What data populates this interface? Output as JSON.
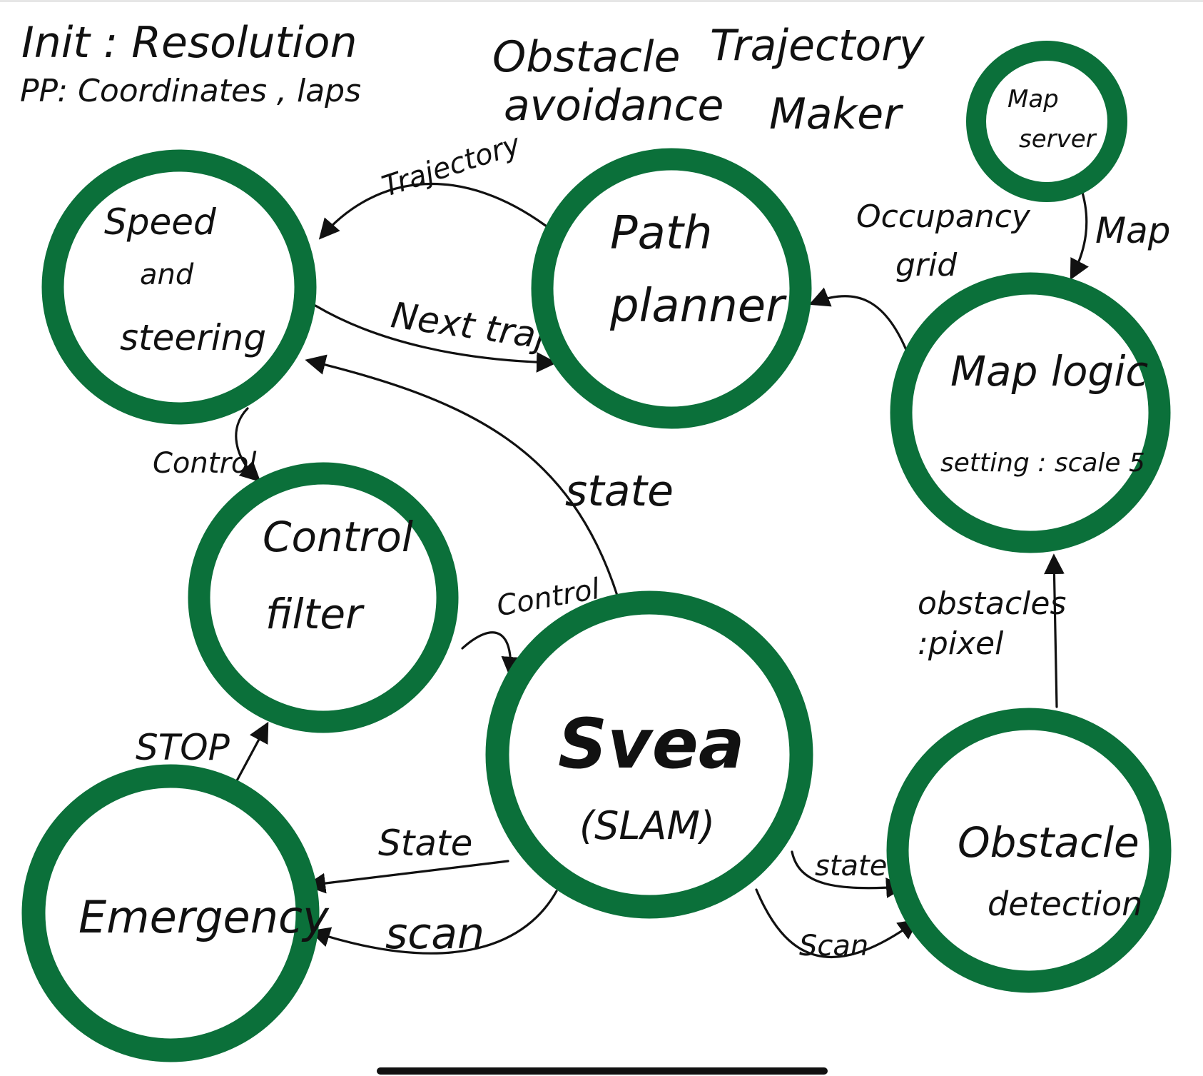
{
  "colors": {
    "node_ring": "#0b703a",
    "ink": "#111111",
    "background": "#ffffff"
  },
  "notes": {
    "init": "Init : Resolution",
    "pp": "PP: Coordinates , laps",
    "obstacle_avoidance_1": "Obstacle",
    "obstacle_avoidance_2": "avoidance",
    "trajectory_maker_1": "Trajectory",
    "trajectory_maker_2": "Maker"
  },
  "nodes": {
    "speed_steering": {
      "line1": "Speed",
      "line2": "and",
      "line3": "steering"
    },
    "path_planner": {
      "line1": "Path",
      "line2": "planner"
    },
    "map_server": {
      "line1": "Map",
      "line2": "server"
    },
    "map_logic": {
      "title": "Map logic",
      "setting": "setting : scale 5"
    },
    "control_filter": {
      "line1": "Control",
      "line2": "filter"
    },
    "svea": {
      "title": "Svea",
      "subtitle": "(SLAM)"
    },
    "emergency": {
      "label": "Emergency"
    },
    "obstacle_detection": {
      "line1": "Obstacle",
      "line2": "detection"
    }
  },
  "edges": {
    "trajectory": "Trajectory",
    "next_traj": "Next traj",
    "occupancy_grid_1": "Occupancy",
    "occupancy_grid_2": "grid",
    "map": "Map",
    "control_1": "Control",
    "control_2": "Control",
    "state_svea_speed": "state",
    "obstacles_pixel_1": "obstacles",
    "obstacles_pixel_2": ":pixel",
    "stop": "STOP",
    "state_emergency": "State",
    "scan_emergency": "scan",
    "state_obstacle": "state",
    "scan_obstacle": "Scan"
  }
}
